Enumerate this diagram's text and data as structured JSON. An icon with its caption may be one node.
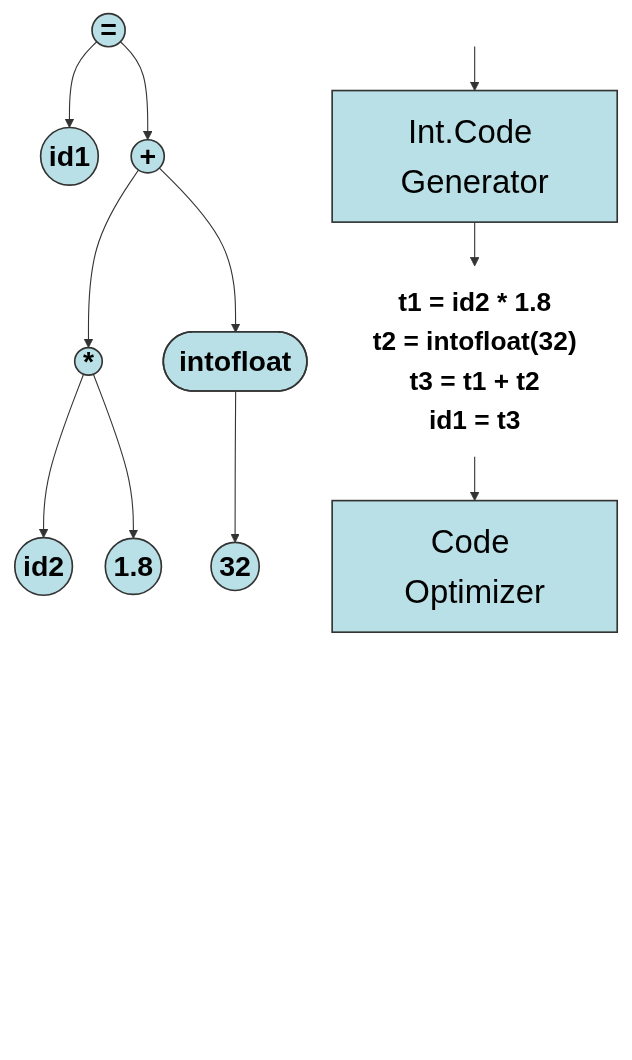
{
  "diagram": {
    "nodes": [
      {
        "text": [
          "="
        ]
      },
      {
        "text": [
          "id1"
        ]
      },
      {
        "text": [
          "+"
        ]
      },
      {
        "text": [
          "*"
        ]
      },
      {
        "text": [
          "intofloat"
        ]
      },
      {
        "text": [
          "id2"
        ]
      },
      {
        "text": [
          "1.8"
        ]
      },
      {
        "text": [
          "32"
        ]
      },
      {
        "text": [
          "Int.Code Generator"
        ]
      },
      {
        "text": [
          "t1 = id2 * 1.8",
          "t2 = intofloat(32)",
          "t3 = t1 + t2",
          "id1 = t3"
        ]
      },
      {
        "text": [
          "Code Optimizer"
        ]
      }
    ],
    "edges": [
      {
        "from": 0,
        "to": 1,
        "arrow": "to"
      },
      {
        "from": 0,
        "to": 2,
        "arrow": "to"
      },
      {
        "from": 2,
        "to": 3,
        "arrow": "to"
      },
      {
        "from": 2,
        "to": 4,
        "arrow": "to"
      },
      {
        "from": 3,
        "to": 5,
        "arrow": "to"
      },
      {
        "from": 3,
        "to": 6,
        "arrow": "to"
      },
      {
        "from": 4,
        "to": 7,
        "arrow": "to"
      },
      {
        "from": null,
        "to": 8,
        "arrow": "to"
      },
      {
        "from": 8,
        "to": 9,
        "arrow": "to"
      },
      {
        "from": 9,
        "to": 10,
        "arrow": "to"
      }
    ]
  }
}
